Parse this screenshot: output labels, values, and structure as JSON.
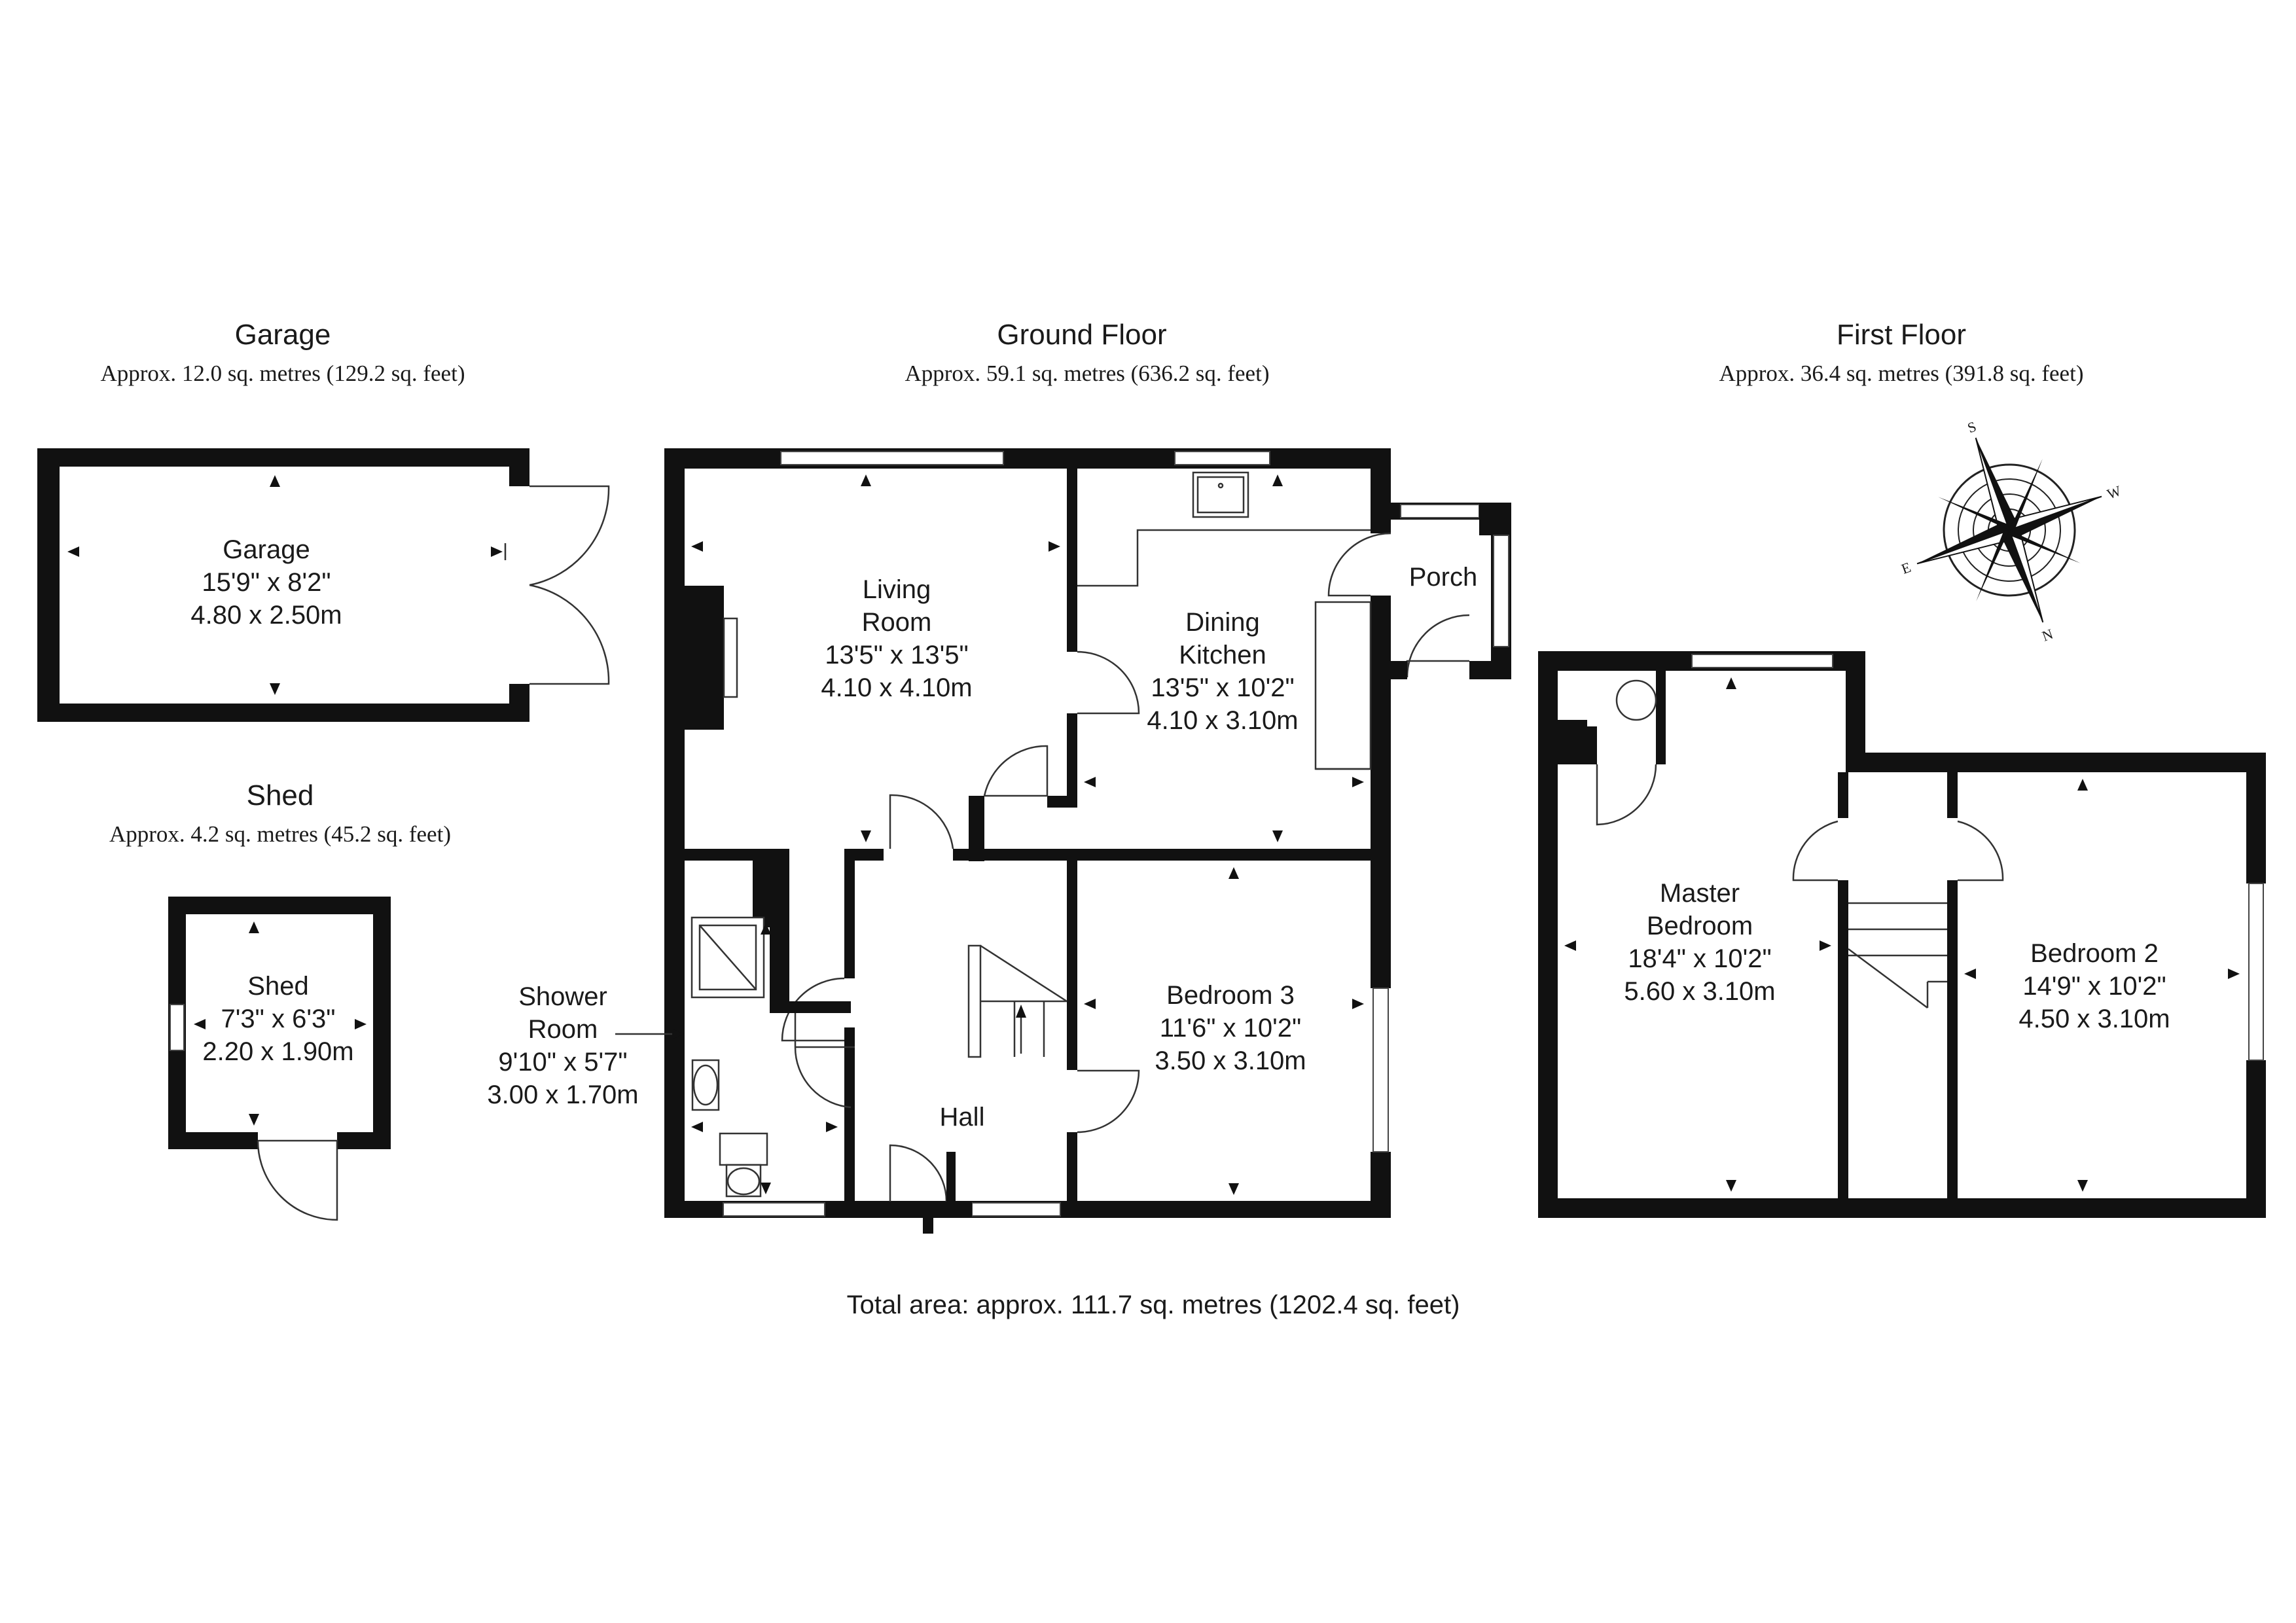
{
  "sections": {
    "garage": {
      "title": "Garage",
      "area": "Approx. 12.0 sq. metres (129.2 sq. feet)"
    },
    "ground": {
      "title": "Ground Floor",
      "area": "Approx. 59.1 sq. metres (636.2 sq. feet)"
    },
    "first": {
      "title": "First Floor",
      "area": "Approx. 36.4 sq. metres (391.8 sq. feet)"
    },
    "shed": {
      "title": "Shed",
      "area": "Approx. 4.2 sq. metres (45.2 sq. feet)"
    }
  },
  "rooms": {
    "garage": {
      "name": "Garage",
      "imperial": "15'9\" x 8'2\"",
      "metric": "4.80 x 2.50m"
    },
    "shed": {
      "name": "Shed",
      "imperial": "7'3\" x 6'3\"",
      "metric": "2.20 x 1.90m"
    },
    "living": {
      "name1": "Living",
      "name2": "Room",
      "imperial": "13'5\" x 13'5\"",
      "metric": "4.10 x 4.10m"
    },
    "kitchen": {
      "name1": "Dining",
      "name2": "Kitchen",
      "imperial": "13'5\" x 10'2\"",
      "metric": "4.10 x 3.10m"
    },
    "porch": {
      "name": "Porch"
    },
    "shower": {
      "name1": "Shower",
      "name2": "Room",
      "imperial": "9'10\" x 5'7\"",
      "metric": "3.00 x 1.70m"
    },
    "hall": {
      "name": "Hall"
    },
    "bedroom3": {
      "name": "Bedroom 3",
      "imperial": "11'6\" x 10'2\"",
      "metric": "3.50 x 3.10m"
    },
    "master": {
      "name1": "Master",
      "name2": "Bedroom",
      "imperial": "18'4\" x 10'2\"",
      "metric": "5.60 x 3.10m"
    },
    "bedroom2": {
      "name": "Bedroom 2",
      "imperial": "14'9\" x 10'2\"",
      "metric": "4.50 x 3.10m"
    }
  },
  "compass": {
    "n": "N",
    "s": "S",
    "e": "E",
    "w": "W"
  },
  "total_area": "Total area: approx. 111.7 sq. metres (1202.4 sq. feet)"
}
